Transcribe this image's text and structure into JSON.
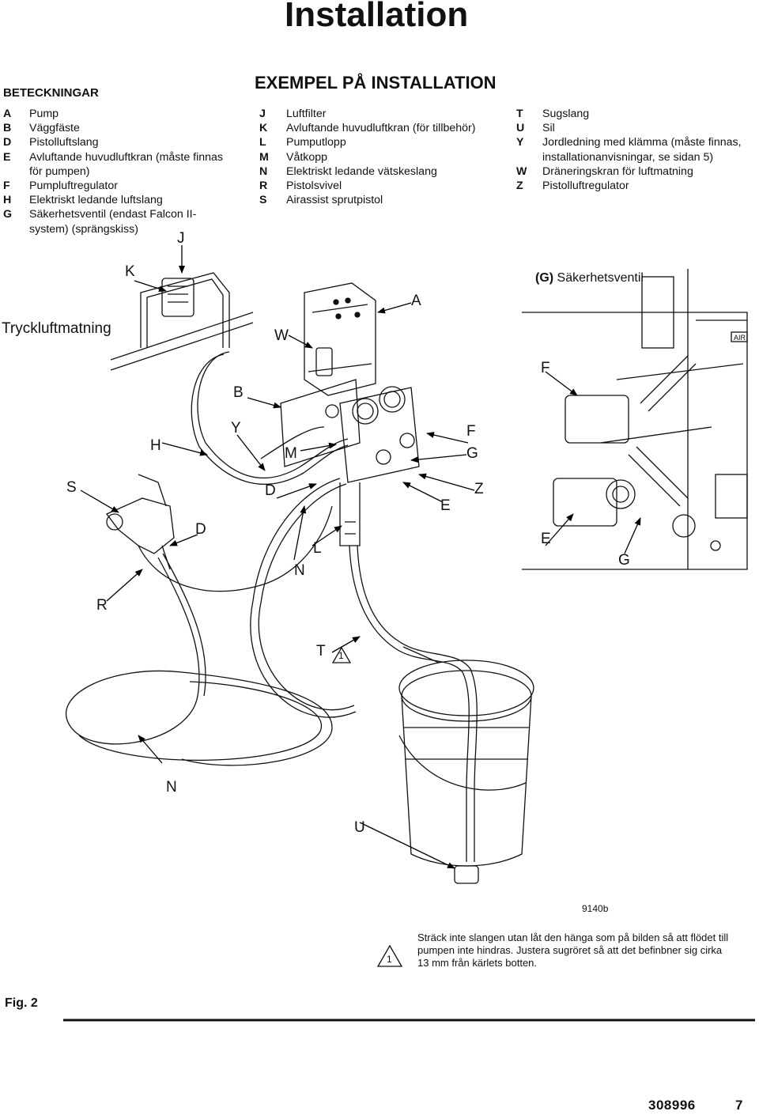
{
  "title": "Installation",
  "legend1": {
    "heading": "BETECKNINGAR",
    "items": [
      {
        "code": "A",
        "text": "Pump"
      },
      {
        "code": "B",
        "text": "Väggfäste"
      },
      {
        "code": "D",
        "text": "Pistolluftslang"
      },
      {
        "code": "E",
        "text": "Avluftande huvudluftkran (måste finnas för pumpen)"
      },
      {
        "code": "F",
        "text": "Pumpluftregulator"
      },
      {
        "code": "H",
        "text": "Elektriskt ledande luftslang"
      },
      {
        "code": "G",
        "text": "Säkerhetsventil (endast Falcon II-system) (sprängskiss)"
      }
    ]
  },
  "legend2": {
    "heading": "EXEMPEL PÅ INSTALLATION",
    "items": [
      {
        "code": "J",
        "text": "Luftfilter"
      },
      {
        "code": "K",
        "text": "Avluftande huvudluftkran (för tillbehör)"
      },
      {
        "code": "L",
        "text": "Pumputlopp"
      },
      {
        "code": "M",
        "text": "Våtkopp"
      },
      {
        "code": "N",
        "text": "Elektriskt ledande vätskeslang"
      },
      {
        "code": "R",
        "text": "Pistolsvivel"
      },
      {
        "code": "S",
        "text": "Airassist sprutpistol"
      }
    ]
  },
  "legend3": {
    "items": [
      {
        "code": "T",
        "text": "Sugslang"
      },
      {
        "code": "U",
        "text": "Sil"
      },
      {
        "code": "Y",
        "text": "Jordledning med klämma (måste finnas, installationanvisningar, se sidan 5)"
      },
      {
        "code": "W",
        "text": "Dräneringskran för luftmatning"
      },
      {
        "code": "Z",
        "text": "Pistolluftregulator"
      }
    ]
  },
  "callouts": {
    "J": "J",
    "K": "K",
    "tryck": "Tryckluftmatning",
    "W": "W",
    "A": "A",
    "B": "B",
    "H": "H",
    "Y": "Y",
    "M": "M",
    "F": "F",
    "G": "G",
    "S": "S",
    "D1": "D",
    "D2": "D",
    "E": "E",
    "Z": "Z",
    "L": "L",
    "N1": "N",
    "R": "R",
    "T": "T",
    "N2": "N",
    "U": "U",
    "inset_F": "F",
    "inset_E": "E",
    "inset_G": "G",
    "air": "AIR"
  },
  "inset": {
    "code": "(G)",
    "label": " Säkerhetsventil"
  },
  "warning_number": "1",
  "figure_number": "9140b",
  "note": "Sträck inte slangen utan låt den hänga som på bilden så att flödet till pumpen inte hindras. Justera sugröret så att det befinbner sig cirka 13 mm från kärlets botten.",
  "fig_label": "Fig. 2",
  "page_code": "308996",
  "page_number": "7"
}
